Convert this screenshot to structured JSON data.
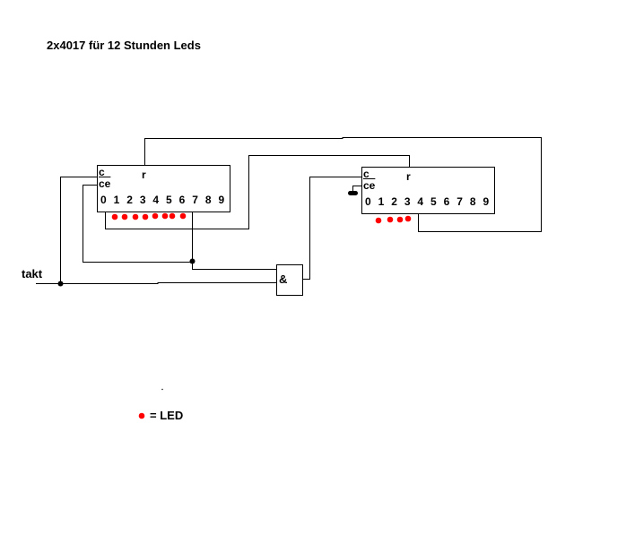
{
  "title": "2x4017 für 12 Stunden Leds",
  "input_label": "takt",
  "chips": [
    {
      "pin_c": "c",
      "pin_ce": "ce",
      "pin_r": "r",
      "outputs": "0 1 2 3 4 5 6 7 8 9"
    },
    {
      "pin_c": "c",
      "pin_ce": "ce",
      "pin_r": "r",
      "outputs": "0 1 2 3 4 5 6 7 8 9"
    }
  ],
  "gate_label": "&",
  "legend": {
    "text": "= LED"
  },
  "colors": {
    "led": "#ff0000",
    "wire": "#000000"
  }
}
